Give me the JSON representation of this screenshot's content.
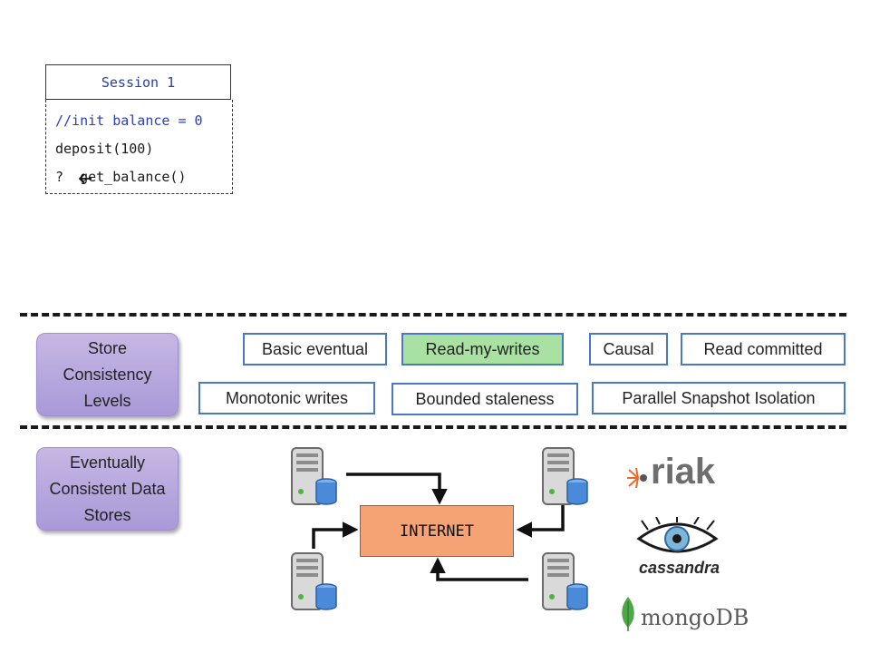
{
  "session": {
    "title": "Session 1",
    "lines": [
      "//init balance = 0",
      "deposit(100)",
      "?  get_balance()"
    ]
  },
  "labels": {
    "store_consistency": "Store Consistency Levels",
    "eventually_consistent": "Eventually Consistent Data Stores"
  },
  "levels": {
    "basic_eventual": "Basic eventual",
    "read_my_writes": "Read-my-writes",
    "causal": "Causal",
    "read_committed": "Read committed",
    "monotonic_writes": "Monotonic writes",
    "bounded_staleness": "Bounded staleness",
    "parallel_snapshot": "Parallel Snapshot Isolation"
  },
  "network": {
    "internet_label": "INTERNET"
  },
  "logos": {
    "riak": "riak",
    "cassandra": "cassandra",
    "mongodb_prefix": "mongo",
    "mongodb_suffix": "DB"
  },
  "colors": {
    "highlight_green": "#a9e1a2",
    "box_border_blue": "#4a79c0",
    "internet_orange": "#f5a374",
    "label_purple": "#b4a4dd"
  }
}
